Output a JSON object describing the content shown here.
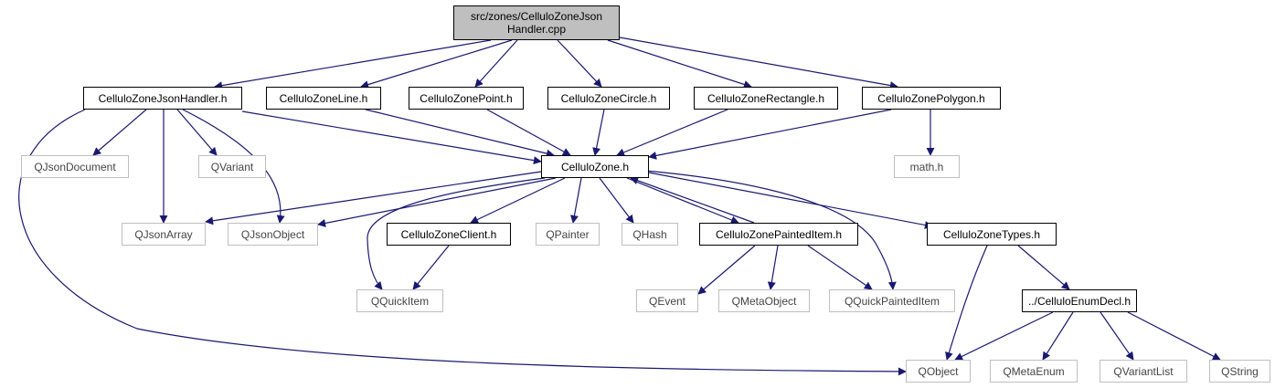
{
  "colors": {
    "edge": "#191970",
    "root_fill": "#bfbfbf",
    "internal_border": "#000000",
    "external_border": "#bfbfbf",
    "external_text": "#444444"
  },
  "graph": {
    "root": {
      "label_line1": "src/zones/CelluloZoneJson",
      "label_line2": "Handler.cpp"
    },
    "nodes": {
      "handler_h": "CelluloZoneJsonHandler.h",
      "line_h": "CelluloZoneLine.h",
      "point_h": "CelluloZonePoint.h",
      "circle_h": "CelluloZoneCircle.h",
      "rect_h": "CelluloZoneRectangle.h",
      "poly_h": "CelluloZonePolygon.h",
      "qjsondoc": "QJsonDocument",
      "qvariant": "QVariant",
      "zone_h": "CelluloZone.h",
      "math": "math.h",
      "qjsonarray": "QJsonArray",
      "qjsonobj": "QJsonObject",
      "client_h": "CelluloZoneClient.h",
      "qpainter": "QPainter",
      "qhash": "QHash",
      "painted_h": "CelluloZonePaintedItem.h",
      "types_h": "CelluloZoneTypes.h",
      "qquickitem": "QQuickItem",
      "qevent": "QEvent",
      "qmetaobj": "QMetaObject",
      "qquickpainted": "QQuickPaintedItem",
      "enumdecl_h": "../CelluloEnumDecl.h",
      "qobject": "QObject",
      "qmetaenum": "QMetaEnum",
      "qvariantlist": "QVariantList",
      "qstring": "QString"
    },
    "edges": [
      [
        "root",
        "handler_h"
      ],
      [
        "root",
        "line_h"
      ],
      [
        "root",
        "point_h"
      ],
      [
        "root",
        "circle_h"
      ],
      [
        "root",
        "rect_h"
      ],
      [
        "root",
        "poly_h"
      ],
      [
        "handler_h",
        "qjsondoc"
      ],
      [
        "handler_h",
        "qvariant"
      ],
      [
        "handler_h",
        "zone_h"
      ],
      [
        "handler_h",
        "qjsonarray"
      ],
      [
        "handler_h",
        "qjsonobj"
      ],
      [
        "handler_h",
        "qobject"
      ],
      [
        "line_h",
        "zone_h"
      ],
      [
        "point_h",
        "zone_h"
      ],
      [
        "circle_h",
        "zone_h"
      ],
      [
        "rect_h",
        "zone_h"
      ],
      [
        "poly_h",
        "zone_h"
      ],
      [
        "poly_h",
        "math"
      ],
      [
        "zone_h",
        "qjsonarray"
      ],
      [
        "zone_h",
        "qjsonobj"
      ],
      [
        "zone_h",
        "client_h"
      ],
      [
        "zone_h",
        "qpainter"
      ],
      [
        "zone_h",
        "qhash"
      ],
      [
        "zone_h",
        "painted_h"
      ],
      [
        "zone_h",
        "types_h"
      ],
      [
        "zone_h",
        "qquickitem"
      ],
      [
        "zone_h",
        "qquickpainted"
      ],
      [
        "painted_h",
        "zone_h"
      ],
      [
        "painted_h",
        "qevent"
      ],
      [
        "painted_h",
        "qmetaobj"
      ],
      [
        "painted_h",
        "qquickpainted"
      ],
      [
        "client_h",
        "qquickitem"
      ],
      [
        "types_h",
        "enumdecl_h"
      ],
      [
        "types_h",
        "qobject"
      ],
      [
        "enumdecl_h",
        "qobject"
      ],
      [
        "enumdecl_h",
        "qmetaenum"
      ],
      [
        "enumdecl_h",
        "qvariantlist"
      ],
      [
        "enumdecl_h",
        "qstring"
      ]
    ]
  }
}
